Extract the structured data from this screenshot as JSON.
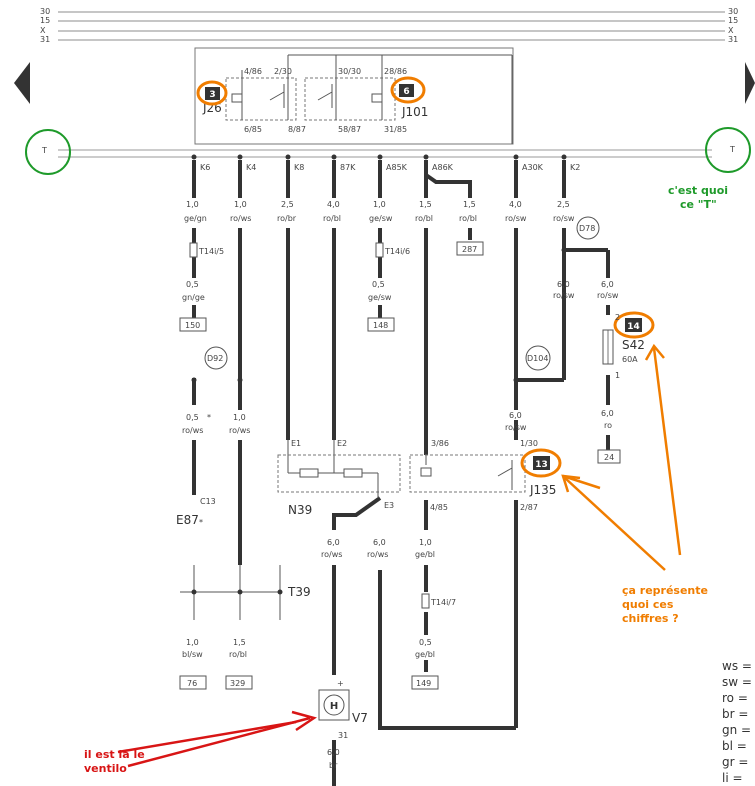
{
  "rails": {
    "r30": "30",
    "r15": "15",
    "rx": "X",
    "r31": "31"
  },
  "ground_marker": "T",
  "relays": {
    "j26": {
      "label": "J26",
      "num": "3",
      "p1": "4/86",
      "p2": "2/30",
      "p3": "6/85",
      "p4": "8/87"
    },
    "j101": {
      "label": "J101",
      "num": "6",
      "p1": "30/30",
      "p2": "28/86",
      "p3": "58/87",
      "p4": "31/85"
    },
    "n39": {
      "label": "N39",
      "e1": "E1",
      "e2": "E2",
      "e3": "E3"
    },
    "j135": {
      "label": "J135",
      "num": "13",
      "p1": "3/86",
      "p2": "1/30",
      "p3": "4/85",
      "p4": "2/87"
    }
  },
  "connectors": [
    "K6",
    "K4",
    "K8",
    "87K",
    "A85K",
    "A86K",
    "A30K",
    "K2"
  ],
  "wires": [
    {
      "gauge": "1,0",
      "color": "ge/gn"
    },
    {
      "gauge": "1,0",
      "color": "ro/ws"
    },
    {
      "gauge": "2,5",
      "color": "ro/br"
    },
    {
      "gauge": "4,0",
      "color": "ro/bl"
    },
    {
      "gauge": "1,0",
      "color": "ge/sw"
    },
    {
      "gauge": "1,5",
      "color": "ro/bl"
    },
    {
      "gauge": "1,5",
      "color": "ro/bl"
    },
    {
      "gauge": "4,0",
      "color": "ro/sw"
    },
    {
      "gauge": "2,5",
      "color": "ro/sw"
    }
  ],
  "lower_wires": {
    "w1": {
      "gauge": "0,5",
      "color": "gn/ge"
    },
    "w2": {
      "gauge": "0,5",
      "color": "ge/sw"
    },
    "w3": {
      "gauge": "6,0",
      "color": "ro/sw"
    },
    "w4": {
      "gauge": "6,0",
      "color": "ro/sw"
    },
    "w5": {
      "gauge": "0,5",
      "color": "ro/ws"
    },
    "w6": {
      "gauge": "1,0",
      "color": "ro/ws"
    },
    "w7": {
      "gauge": "6,0",
      "color": "ro/sw"
    },
    "w8": {
      "gauge": "6,0",
      "color": "ro"
    },
    "w9": {
      "gauge": "6,0",
      "color": "ro/ws"
    },
    "w10": {
      "gauge": "6,0",
      "color": "ro/ws"
    },
    "w11": {
      "gauge": "1,0",
      "color": "ge/bl"
    },
    "w12": {
      "gauge": "0,5",
      "color": "ge/bl"
    },
    "w13": {
      "gauge": "1,0",
      "color": "bl/sw"
    },
    "w14": {
      "gauge": "1,5",
      "color": "ro/bl"
    },
    "w15": {
      "gauge": "6,0",
      "color": "br"
    }
  },
  "terminals": {
    "t14i5": "T14i/5",
    "t14i6": "T14i/6",
    "t14i7": "T14i/7",
    "t39": "T39",
    "d92": "D92",
    "d78": "D78",
    "d104": "D104",
    "s42": "S42",
    "s42a": "60A",
    "s42n": "14",
    "e87": "E87",
    "c13": "C13",
    "v7": "V7",
    "star": "*",
    "plus": "+",
    "v31": "31",
    "fuse2": "2",
    "fuse1": "1",
    "h": "H"
  },
  "refboxes": [
    "150",
    "148",
    "287",
    "24",
    "76",
    "329",
    "149"
  ],
  "legend": [
    "ws =",
    "sw =",
    "ro =",
    "br =",
    "gn =",
    "bl =",
    "gr =",
    "li ="
  ],
  "annotations": {
    "green_q1": "c'est quoi",
    "green_q2": "ce \"T\"",
    "orange_q1": "ça représente",
    "orange_q2": "quoi ces",
    "orange_q3": "chiffres ?",
    "red_q1": "il est la le",
    "red_q2": "ventilo"
  },
  "colors": {
    "green": "#1e9a2a",
    "orange": "#f07d00",
    "red": "#d81515",
    "wire": "#333333"
  }
}
